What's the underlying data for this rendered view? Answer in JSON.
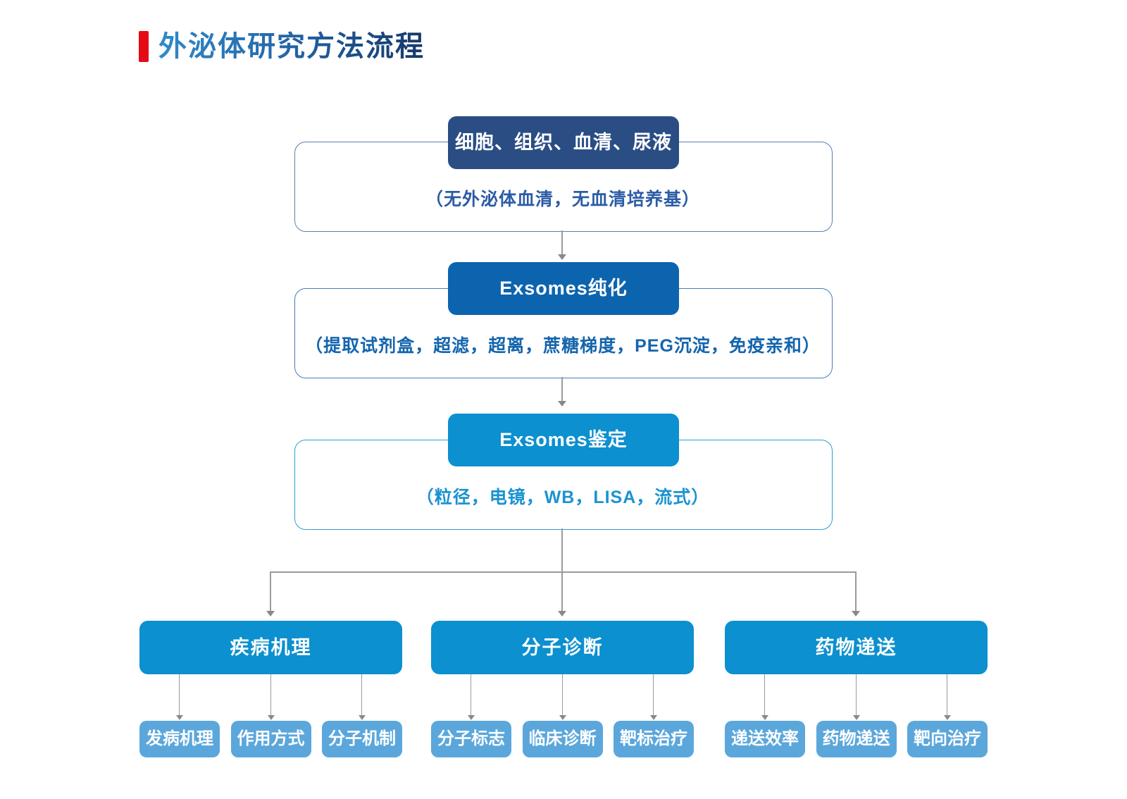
{
  "title": {
    "text": "外泌体研究方法流程"
  },
  "colors": {
    "red": "#e60a17",
    "navy": "#2a4d84",
    "blue": "#0d64ae",
    "cyan": "#0c90cf",
    "light-blue": "#5ba7db",
    "title-start": "#2f8ac9",
    "title-end": "#16386a",
    "note1": "#2b5ca6",
    "note2": "#1465ad",
    "note3": "#1b93d0",
    "outline1": "#5b7fae",
    "outline2": "#4a7bb5",
    "outline3": "#2d9fd1",
    "arrow": "#9b9b9b"
  },
  "flow": {
    "stages": [
      {
        "label": "细胞、组织、血清、尿液",
        "note": "（无外泌体血清，无血清培养基）"
      },
      {
        "label": "Exsomes纯化",
        "note": "（提取试剂盒，超滤，超离，蔗糖梯度，PEG沉淀，免疫亲和）"
      },
      {
        "label": "Exsomes鉴定",
        "note": "（粒径，电镜，WB，LISA，流式）"
      }
    ],
    "branches": [
      {
        "label": "疾病机理",
        "children": [
          "发病机理",
          "作用方式",
          "分子机制"
        ]
      },
      {
        "label": "分子诊断",
        "children": [
          "分子标志",
          "临床诊断",
          "靶标治疗"
        ]
      },
      {
        "label": "药物递送",
        "children": [
          "递送效率",
          "药物递送",
          "靶向治疗"
        ]
      }
    ]
  }
}
